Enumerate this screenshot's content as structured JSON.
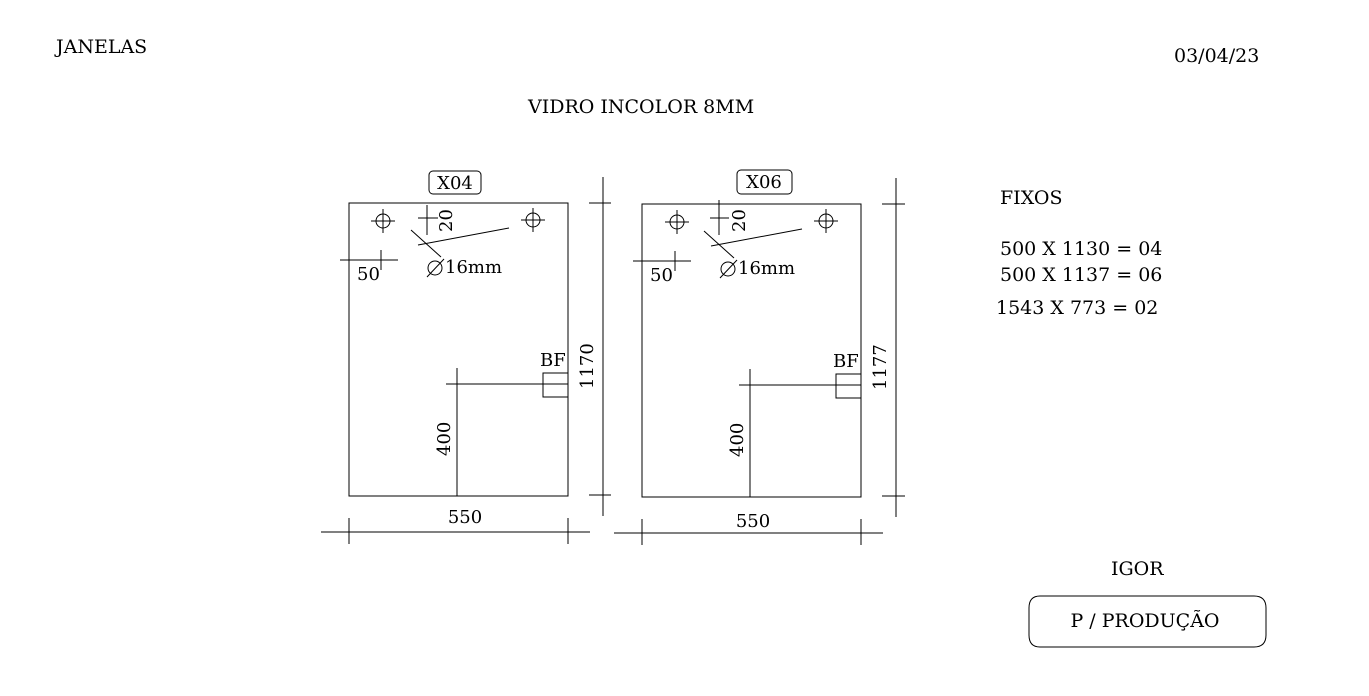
{
  "header": {
    "category": "JANELAS",
    "date": "03/04/23",
    "material": "VIDRO INCOLOR 8MM"
  },
  "panels": [
    {
      "tag": "X04",
      "width": "550",
      "height": "1170",
      "hole_offset_top": "20",
      "hole_offset_side": "50",
      "hole_diameter": "16mm",
      "lock_label": "BF",
      "lock_height": "400"
    },
    {
      "tag": "X06",
      "width": "550",
      "height": "1177",
      "hole_offset_top": "20",
      "hole_offset_side": "50",
      "hole_diameter": "16mm",
      "lock_label": "BF",
      "lock_height": "400"
    }
  ],
  "fixed": {
    "title": "FIXOS",
    "items": [
      "500 X 1130 = 04",
      "500 X 1137 = 06",
      "1543 X 773 = 02"
    ]
  },
  "footer": {
    "author": "IGOR",
    "stamp": "P / PRODUÇÃO"
  }
}
